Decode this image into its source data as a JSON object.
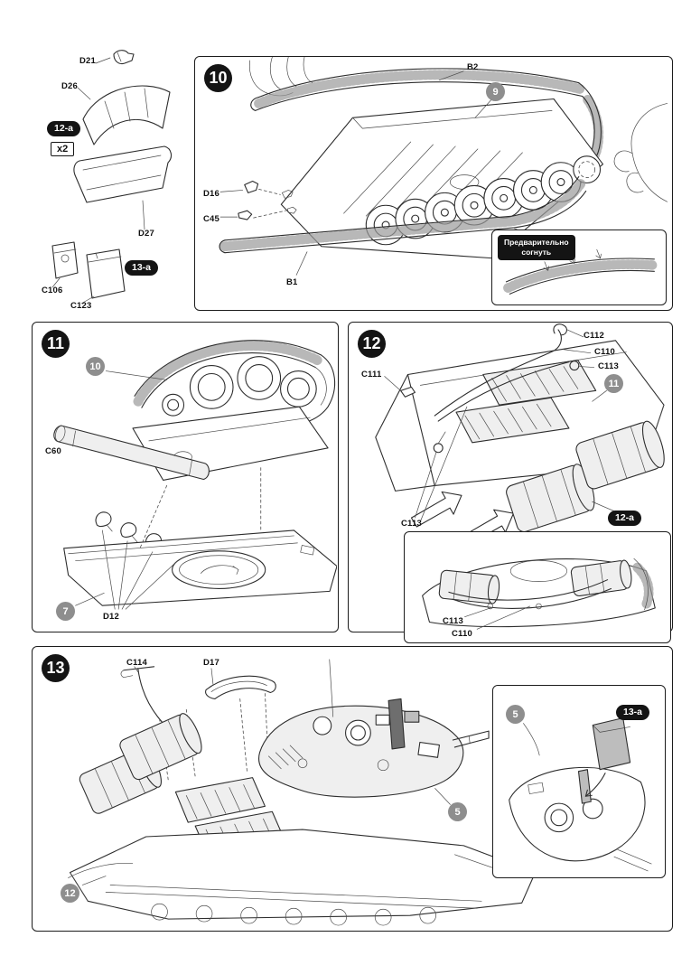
{
  "palette": {
    "line": "#2d2d2d",
    "step_badge": "#141414",
    "ref_badge": "#8e8e8e",
    "paper": "#ffffff"
  },
  "loose_parts": {
    "d21": "D21",
    "d26": "D26",
    "d27": "D27",
    "badge_12a": "12-a",
    "qty": "x2",
    "c106": "C106",
    "c123": "C123",
    "badge_13a": "13-a"
  },
  "step10": {
    "number": "10",
    "b2": "B2",
    "ref9": "9",
    "d16": "D16",
    "c45": "C45",
    "b1": "B1",
    "note_line1": "Предварительно",
    "note_line2": "согнуть"
  },
  "step11": {
    "number": "11",
    "ref10": "10",
    "c60": "C60",
    "ref7": "7",
    "d12": "D12"
  },
  "step12": {
    "number": "12",
    "c112": "C112",
    "c110": "C110",
    "c113_top": "C113",
    "c111": "C111",
    "ref11": "11",
    "c113_bottom": "C113",
    "badge_12a": "12-a",
    "inset": {
      "c113": "C113",
      "c110": "C110"
    }
  },
  "step13": {
    "number": "13",
    "c114": "C114",
    "d17": "D17",
    "ref5": "5",
    "ref12": "12",
    "inset": {
      "ref5": "5",
      "badge_13a": "13-a"
    }
  }
}
